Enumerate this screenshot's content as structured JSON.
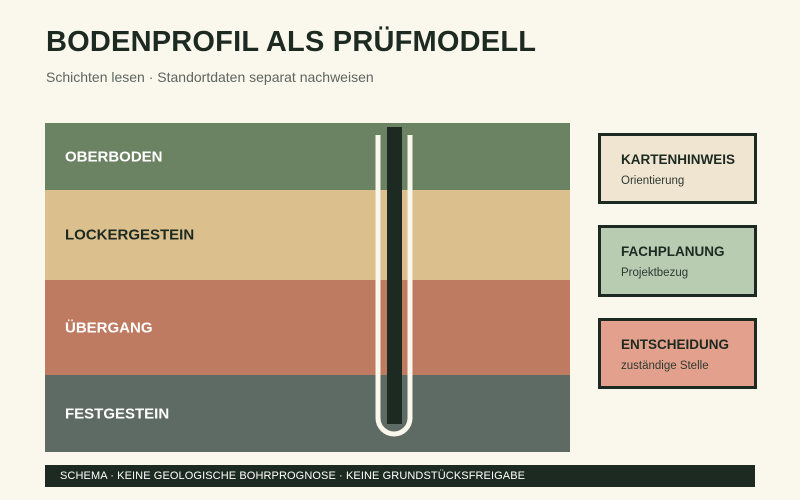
{
  "header": {
    "title": "BODENPROFIL ALS PRÜFMODELL",
    "subtitle": "Schichten lesen · Standortdaten separat nachweisen"
  },
  "layers": [
    {
      "label": "OBERBODEN",
      "color": "#6b8263"
    },
    {
      "label": "LOCKERGESTEIN",
      "color": "#dbbf8c"
    },
    {
      "label": "ÜBERGANG",
      "color": "#bf7a62"
    },
    {
      "label": "FESTGESTEIN",
      "color": "#5e6b65"
    }
  ],
  "cards": [
    {
      "title": "KARTENHINWEIS",
      "subtitle": "Orientierung",
      "color": "#f0e5d1"
    },
    {
      "title": "FACHPLANUNG",
      "subtitle": "Projektbezug",
      "color": "#b8ccb2"
    },
    {
      "title": "ENTSCHEIDUNG",
      "subtitle": "zuständige Stelle",
      "color": "#e3a08c"
    }
  ],
  "footer": {
    "note": "SCHEMA · KEINE GEOLOGISCHE BOHRPROGNOSE · KEINE GRUNDSTÜCKSFREIGABE"
  },
  "colors": {
    "ink": "#1c2a21",
    "background": "#faf7ec",
    "probe_tube": "#faf7ec"
  }
}
